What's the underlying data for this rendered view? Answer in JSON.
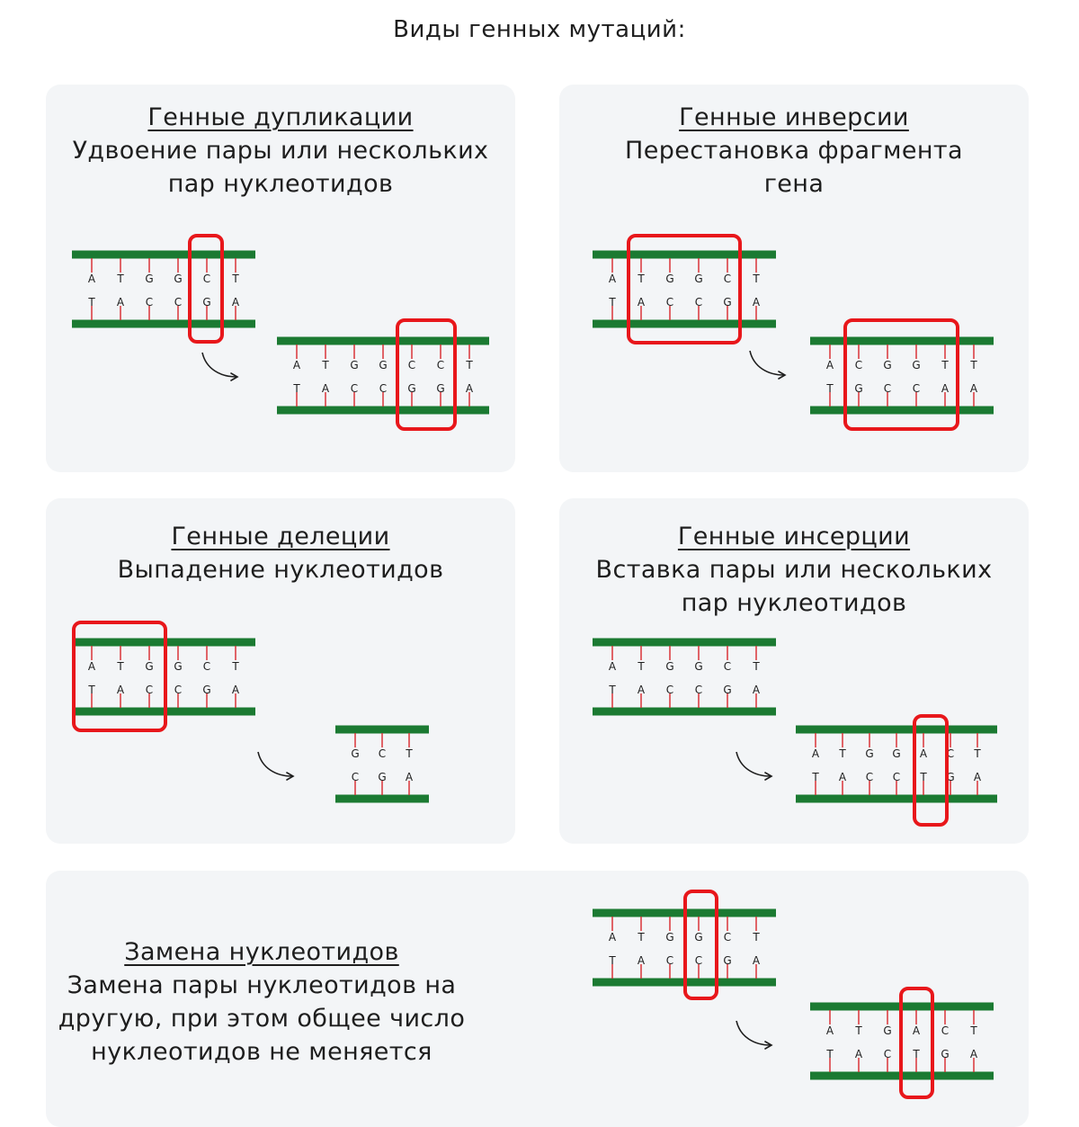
{
  "page_title": "Виды генных мутаций:",
  "colors": {
    "strand": "#1b7a32",
    "link": "#d8262b",
    "highlight": "#e8171b",
    "card_bg": "#f3f5f7"
  },
  "cards": [
    {
      "heading": "Генные дупликации",
      "description": [
        "Удвоение пары или нескольких",
        "пар нуклеотидов"
      ],
      "before": {
        "top": [
          "A",
          "T",
          "G",
          "G",
          "C",
          "T"
        ],
        "bottom": [
          "T",
          "A",
          "C",
          "C",
          "G",
          "A"
        ]
      },
      "after": {
        "top": [
          "A",
          "T",
          "G",
          "G",
          "C",
          "C",
          "T"
        ],
        "bottom": [
          "T",
          "A",
          "C",
          "C",
          "G",
          "G",
          "A"
        ]
      }
    },
    {
      "heading": "Генные инверсии",
      "description": [
        "Перестановка фрагмента",
        "гена"
      ],
      "before": {
        "top": [
          "A",
          "T",
          "G",
          "G",
          "C",
          "T"
        ],
        "bottom": [
          "T",
          "A",
          "C",
          "C",
          "G",
          "A"
        ]
      },
      "after": {
        "top": [
          "A",
          "C",
          "G",
          "G",
          "T",
          "T"
        ],
        "bottom": [
          "T",
          "G",
          "C",
          "C",
          "A",
          "A"
        ]
      }
    },
    {
      "heading": "Генные делеции",
      "description": [
        "Выпадение нуклеотидов"
      ],
      "before": {
        "top": [
          "A",
          "T",
          "G",
          "G",
          "C",
          "T"
        ],
        "bottom": [
          "T",
          "A",
          "C",
          "C",
          "G",
          "A"
        ]
      },
      "after": {
        "top": [
          "G",
          "C",
          "T"
        ],
        "bottom": [
          "C",
          "G",
          "A"
        ]
      }
    },
    {
      "heading": "Генные инсерции",
      "description": [
        "Вставка пары или нескольких",
        "пар нуклеотидов"
      ],
      "before": {
        "top": [
          "A",
          "T",
          "G",
          "G",
          "C",
          "T"
        ],
        "bottom": [
          "T",
          "A",
          "C",
          "C",
          "G",
          "A"
        ]
      },
      "after": {
        "top": [
          "A",
          "T",
          "G",
          "G",
          "A",
          "C",
          "T"
        ],
        "bottom": [
          "T",
          "A",
          "C",
          "C",
          "T",
          "G",
          "A"
        ]
      }
    },
    {
      "heading": "Замена нуклеотидов",
      "description": [
        "Замена пары нуклеотидов на",
        "другую, при этом общее число",
        "нуклеотидов не меняется"
      ],
      "before": {
        "top": [
          "A",
          "T",
          "G",
          "G",
          "C",
          "T"
        ],
        "bottom": [
          "T",
          "A",
          "C",
          "C",
          "G",
          "A"
        ]
      },
      "after": {
        "top": [
          "A",
          "T",
          "G",
          "A",
          "C",
          "T"
        ],
        "bottom": [
          "T",
          "A",
          "C",
          "T",
          "G",
          "A"
        ]
      }
    }
  ]
}
